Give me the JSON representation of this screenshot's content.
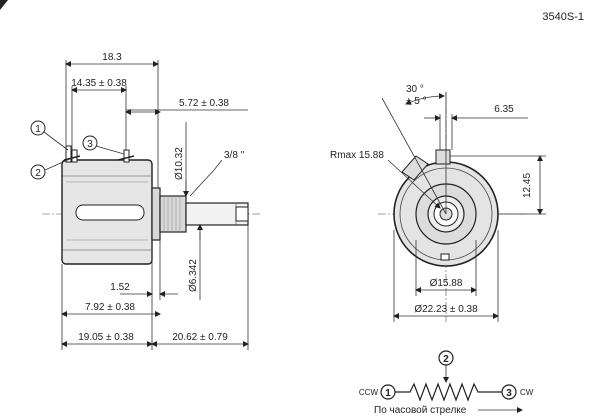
{
  "model_code": "3540S-1",
  "side_view": {
    "dims": {
      "overall_length": "18.3",
      "body_length": "14.35 ± 0.38",
      "shaft_offset": "5.72 ± 0.38",
      "bushing_dia": "Ø10.32",
      "thread": "3/8 \"",
      "shaft_dia": "Ø6.342",
      "flange": "1.52",
      "bushing_len": "7.92 ± 0.38",
      "case_len": "19.05 ± 0.38",
      "shaft_len": "20.62 ± 0.79"
    },
    "pins": [
      "1",
      "2",
      "3"
    ]
  },
  "front_view": {
    "dims": {
      "angle": "30 °",
      "angle_tol": "± 5 °",
      "tab_width": "6.35",
      "radius": "Rmax 15.88",
      "height": "12.45",
      "inner_dia": "Ø15.88",
      "outer_dia": "Ø22.23 ± 0.38"
    }
  },
  "schematic": {
    "ccw": "CCW",
    "cw": "CW",
    "pin1": "1",
    "pin2": "2",
    "pin3": "3",
    "direction_label": "По часовой стрелке"
  }
}
